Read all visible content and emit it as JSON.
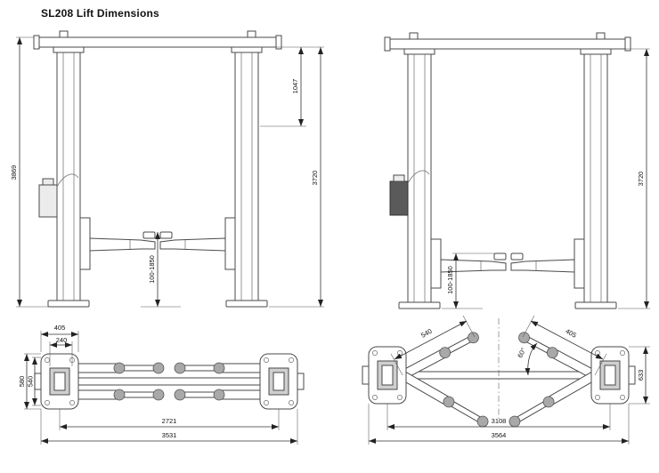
{
  "title": "SL208 Lift Dimensions",
  "front_view_left": {
    "overall_height": "3869",
    "beam_clearance": "1047",
    "column_height": "3720",
    "lifting_range": "100-1850"
  },
  "front_view_right": {
    "column_height": "3720",
    "lifting_range": "100-1850"
  },
  "plan_view_left": {
    "baseplate_width": "405",
    "column_width": "240",
    "baseplate_depth_outer": "580",
    "baseplate_depth_inner": "540",
    "inner_span": "2721",
    "overall_span": "3531"
  },
  "plan_view_right": {
    "arm_dim_left": "540",
    "arm_angle": "60°",
    "arm_dim_right": "405",
    "baseplate_depth": "633",
    "inner_span": "3108",
    "overall_span": "3564"
  }
}
